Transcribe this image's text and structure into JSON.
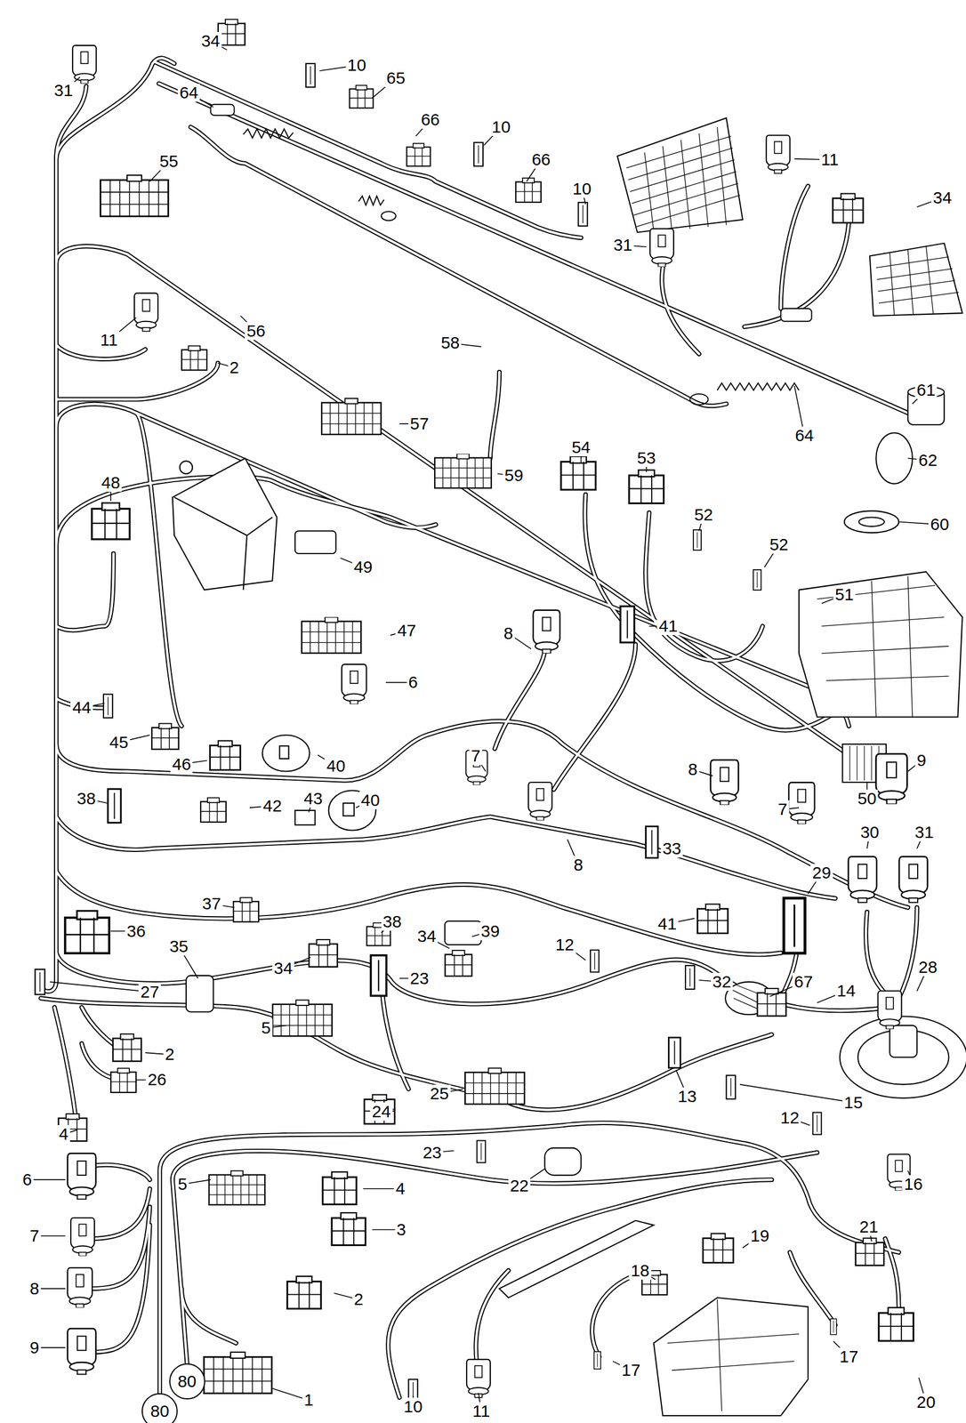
{
  "diagram": {
    "nodes": [
      {
        "text": [
          "80"
        ]
      },
      {
        "text": [
          "80"
        ]
      }
    ],
    "labels": [
      "34",
      "10",
      "65",
      "31",
      "64",
      "66",
      "10",
      "66",
      "11",
      "55",
      "10",
      "34",
      "31",
      "56",
      "11",
      "58",
      "2",
      "61",
      "57",
      "64",
      "54",
      "53",
      "62",
      "59",
      "48",
      "52",
      "60",
      "52",
      "49",
      "51",
      "41",
      "47",
      "8",
      "6",
      "44",
      "45",
      "7",
      "9",
      "46",
      "40",
      "8",
      "50",
      "38",
      "43",
      "40",
      "42",
      "7",
      "30",
      "31",
      "33",
      "8",
      "29",
      "37",
      "38",
      "41",
      "36",
      "39",
      "34",
      "12",
      "35",
      "34",
      "28",
      "23",
      "32",
      "67",
      "27",
      "14",
      "5",
      "2",
      "26",
      "25",
      "13",
      "15",
      "24",
      "12",
      "4",
      "23",
      "6",
      "5",
      "16",
      "22",
      "4",
      "21",
      "3",
      "7",
      "19",
      "18",
      "8",
      "2",
      "9",
      "17",
      "17",
      "1",
      "20",
      "10",
      "11"
    ]
  }
}
